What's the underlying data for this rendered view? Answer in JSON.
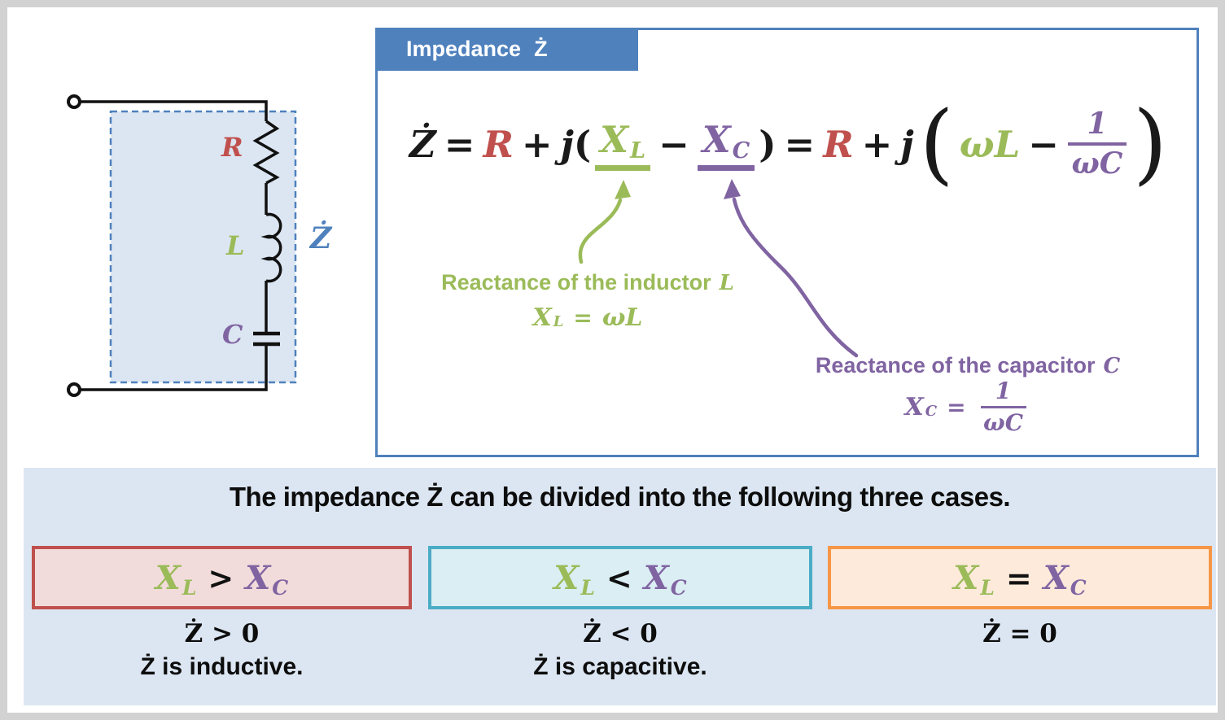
{
  "colors": {
    "accent_blue": "#4f81bd",
    "accent_red": "#c0504d",
    "accent_green": "#9bbb59",
    "accent_purple": "#8064a2",
    "accent_teal": "#4bacc6",
    "accent_orange": "#f79646",
    "panel_bg": "#dce6f2",
    "case_red_bg": "#f2dcdb",
    "case_teal_bg": "#daeef3",
    "case_orange_bg": "#fdeada"
  },
  "circuit": {
    "resistor_label": "R",
    "inductor_label": "L",
    "capacitor_label": "C",
    "impedance_label": "Ż"
  },
  "impedance_box": {
    "title_label": "Impedance",
    "title_symbol": "Ż",
    "formula": {
      "z": "Ż",
      "eq1": "=",
      "r1": "R",
      "plus1": "+",
      "j1": "j",
      "lparen": "(",
      "x1": "X",
      "x1sub": "L",
      "minus1": "−",
      "x2": "X",
      "x2sub": "C",
      "rparen": ")",
      "eq2": "=",
      "r2": "R",
      "plus2": "+",
      "j2": "j",
      "biglparen": "(",
      "wl": "ωL",
      "minus2": "−",
      "fracnum": "1",
      "fracden": "ωC",
      "bigrparen": ")"
    },
    "inductor_note": {
      "label": "Reactance of the inductor",
      "var": "L",
      "eq_x": "X",
      "eq_sub": "L",
      "eq_op": "=",
      "eq_rhs": "ωL"
    },
    "capacitor_note": {
      "label": "Reactance of the capacitor",
      "var": "C",
      "eq_x": "X",
      "eq_sub": "C",
      "eq_op": "=",
      "eq_num": "1",
      "eq_den": "ωC"
    }
  },
  "bottom_panel": {
    "title": "The impedance Ż can be divided into the following three cases.",
    "cases": [
      {
        "lhs_x": "X",
        "lhs_sub": "L",
        "op": ">",
        "rhs_x": "X",
        "rhs_sub": "C",
        "condition": "Ż > 0",
        "description": "Ż is inductive."
      },
      {
        "lhs_x": "X",
        "lhs_sub": "L",
        "op": "<",
        "rhs_x": "X",
        "rhs_sub": "C",
        "condition": "Ż < 0",
        "description": "Ż is capacitive."
      },
      {
        "lhs_x": "X",
        "lhs_sub": "L",
        "op": "=",
        "rhs_x": "X",
        "rhs_sub": "C",
        "condition": "Ż = 0",
        "description": ""
      }
    ]
  }
}
